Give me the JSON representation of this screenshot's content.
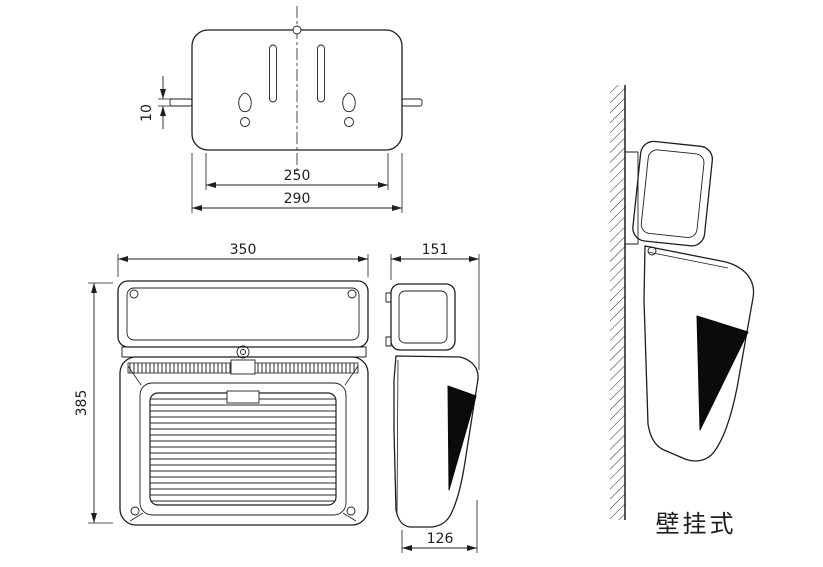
{
  "colors": {
    "ink": "#1e1e1e",
    "glass": "#0b0b0b",
    "background": "#ffffff"
  },
  "views": {
    "bracket_top": {
      "dims": {
        "pin_offset": "10",
        "hole_spacing": "250",
        "overall_width": "290"
      }
    },
    "front": {
      "dims": {
        "width": "350",
        "height": "385"
      }
    },
    "side": {
      "dims": {
        "top_depth": "151",
        "bottom_depth": "126"
      }
    },
    "wall_mounted": {
      "label": "壁挂式"
    }
  }
}
